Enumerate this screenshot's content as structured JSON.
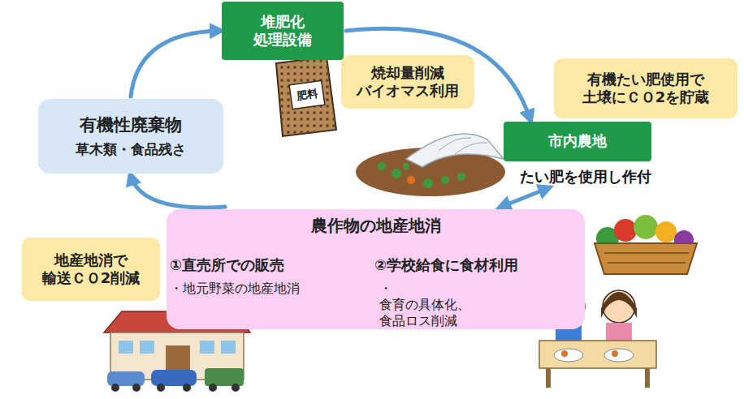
{
  "diagram": {
    "nodes": [
      {
        "text": [
          "有機性廃棄物",
          "草木類・食品残さ"
        ]
      },
      {
        "text": [
          "堆肥化 処理設備"
        ]
      },
      {
        "text": [
          "焼却量削減 バイオマス利用"
        ]
      },
      {
        "text": [
          "有機たい肥使用で 土壌にＣＯ2を貯蔵"
        ]
      },
      {
        "text": [
          "市内農地",
          "たい肥を使用し作付"
        ]
      },
      {
        "text": [
          "農作物の地産地消",
          "①直売所での販売",
          "・地元野菜の地産地消",
          "②学校給食に食材利用",
          "・食育の具体化、 食品ロス削減"
        ]
      },
      {
        "text": [
          "地産地消で 輸送ＣＯ2削減"
        ]
      }
    ],
    "edges": [
      {
        "from": 0,
        "to": 1,
        "arrow": "to"
      },
      {
        "from": 1,
        "to": 4,
        "arrow": "to"
      },
      {
        "from": 5,
        "to": 0,
        "arrow": "to"
      },
      {
        "from": 5,
        "to": 4,
        "arrow": "both"
      }
    ],
    "labels": [
      "肥料"
    ]
  }
}
